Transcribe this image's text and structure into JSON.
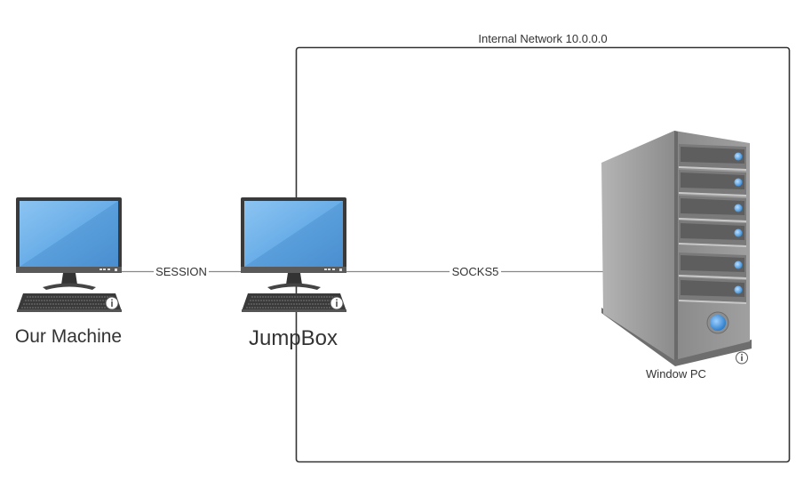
{
  "network": {
    "label": "Internal Network 10.0.0.0"
  },
  "nodes": {
    "our_machine": {
      "label": "Our Machine",
      "icon": "desktop-computer-icon"
    },
    "jumpbox": {
      "label": "JumpBox",
      "icon": "desktop-computer-icon"
    },
    "window_pc": {
      "label": "Window PC",
      "icon": "tower-server-icon"
    }
  },
  "connections": [
    {
      "from": "Our Machine",
      "to": "JumpBox",
      "label": "SESSION"
    },
    {
      "from": "JumpBox",
      "to": "Window PC",
      "label": "SOCKS5"
    }
  ],
  "colors": {
    "screen_blue": "#5aa3e0",
    "line": "#888888",
    "frame": "#333333"
  }
}
